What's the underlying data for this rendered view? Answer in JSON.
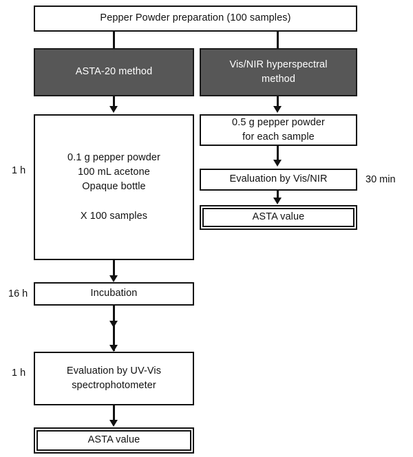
{
  "diagram": {
    "title": "Pepper powder ASTA analysis workflow comparison",
    "colors": {
      "dark_box_fill": "#575757",
      "dark_box_text": "#ffffff",
      "line": "#111111",
      "background": "#ffffff"
    },
    "nodes": {
      "start": {
        "label": "Pepper Powder preparation (100 samples)"
      },
      "method_left": {
        "label": "ASTA-20 method"
      },
      "method_right": {
        "label": "Vis/NIR hyperspectral\nmethod"
      },
      "left_prep": {
        "label": "0.1 g pepper powder\n100 mL acetone\nOpaque bottle\n\nX 100 samples"
      },
      "right_prep": {
        "label": "0.5 g pepper powder\nfor each sample"
      },
      "right_eval": {
        "label": "Evaluation by Vis/NIR"
      },
      "right_result": {
        "label": "ASTA value"
      },
      "incubation": {
        "label": "Incubation"
      },
      "left_eval": {
        "label": "Evaluation by UV-Vis\nspectrophotometer"
      },
      "left_result": {
        "label": "ASTA value"
      }
    },
    "durations": {
      "left_prep_time": "1 h",
      "right_eval_time": "30 min",
      "incubation_time": "16 h",
      "left_eval_time": "1 h"
    }
  }
}
